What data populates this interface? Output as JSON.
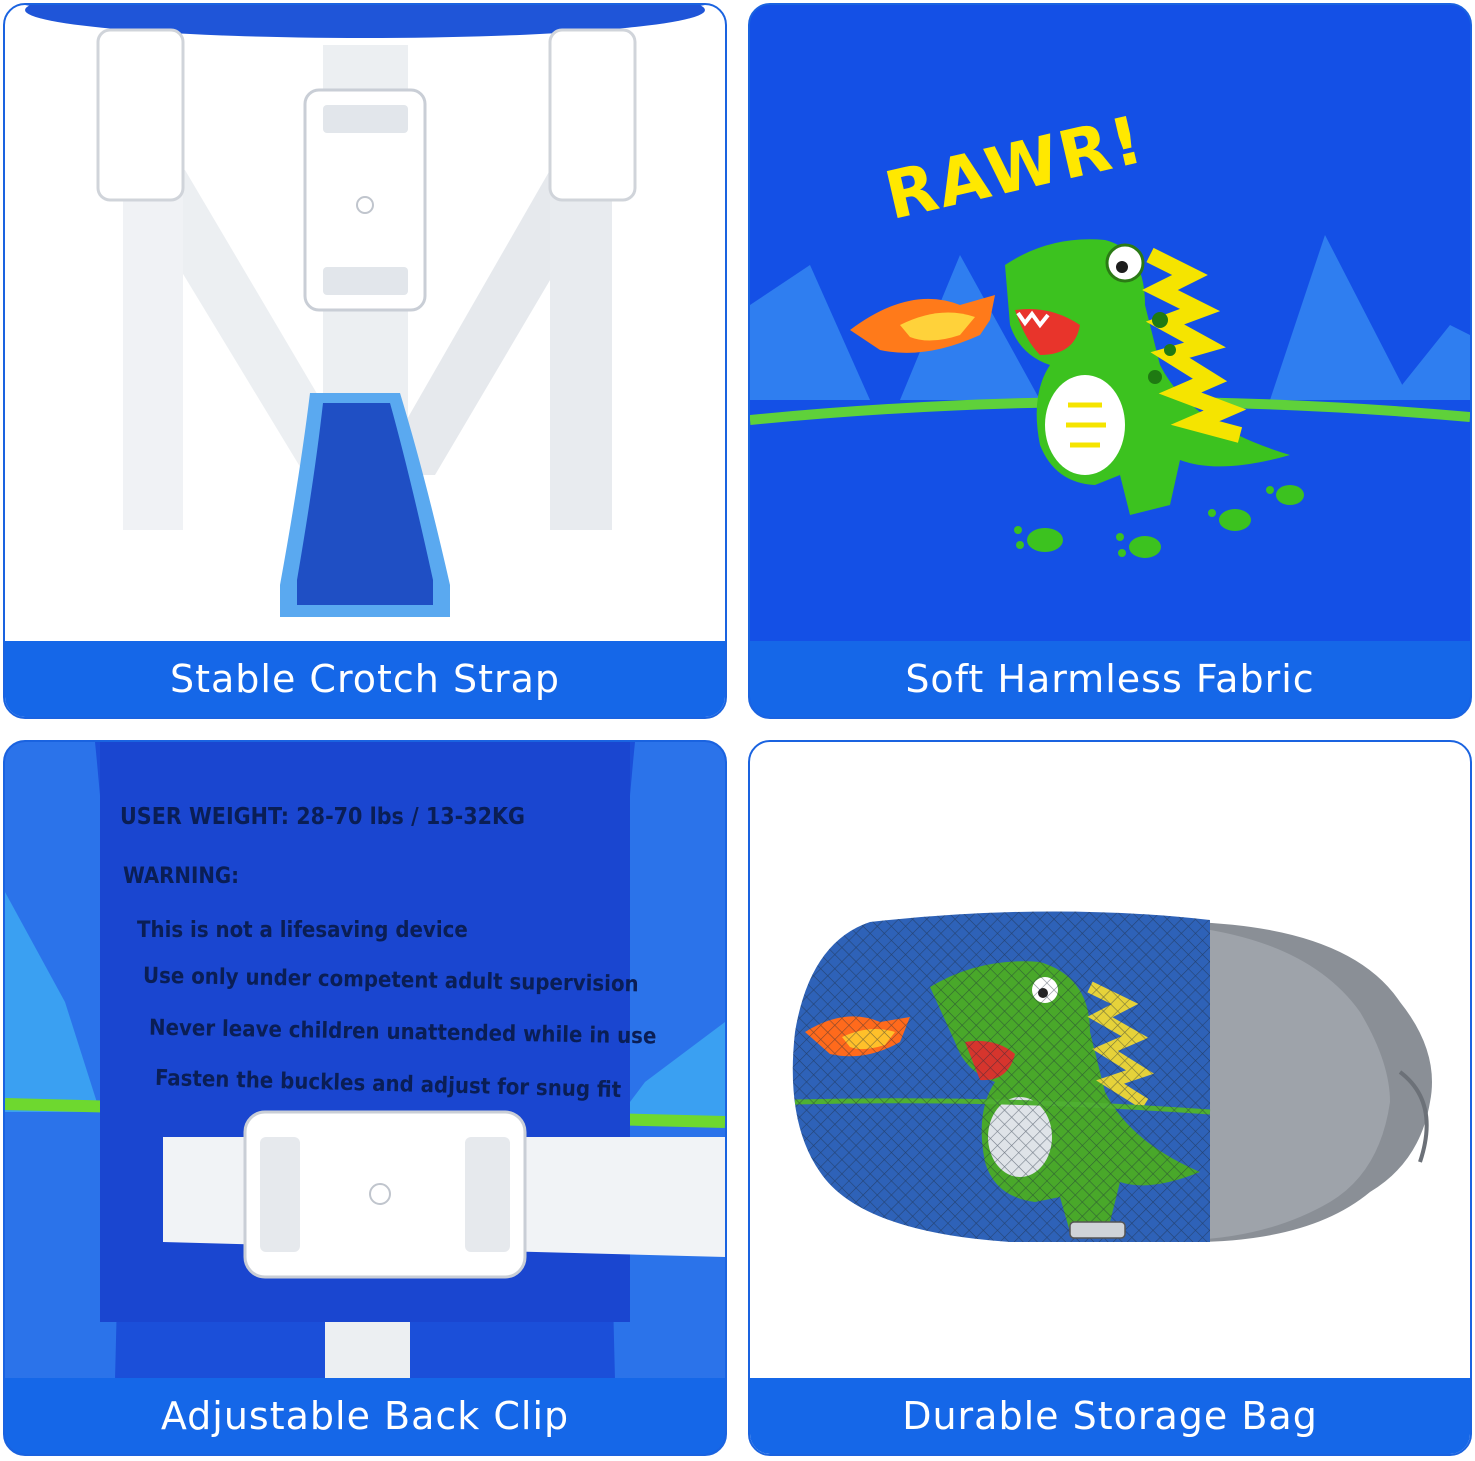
{
  "panels": [
    {
      "caption": "Stable Crotch Strap"
    },
    {
      "caption": "Soft Harmless Fabric",
      "art_text": "RAWR!"
    },
    {
      "caption": "Adjustable Back Clip",
      "label_lines": [
        "USER WEIGHT: 28-70 lbs / 13-32KG",
        "WARNING:",
        "This is not a lifesaving device",
        "Use only under competent adult supervision",
        "Never leave children unattended while in use",
        "Fasten the buckles and adjust for snug fit"
      ]
    },
    {
      "caption": "Durable Storage Bag"
    }
  ],
  "colors": {
    "brand_blue": "#1567e8",
    "fabric_blue": "#1450e6",
    "dino_green": "#3cc21f"
  }
}
